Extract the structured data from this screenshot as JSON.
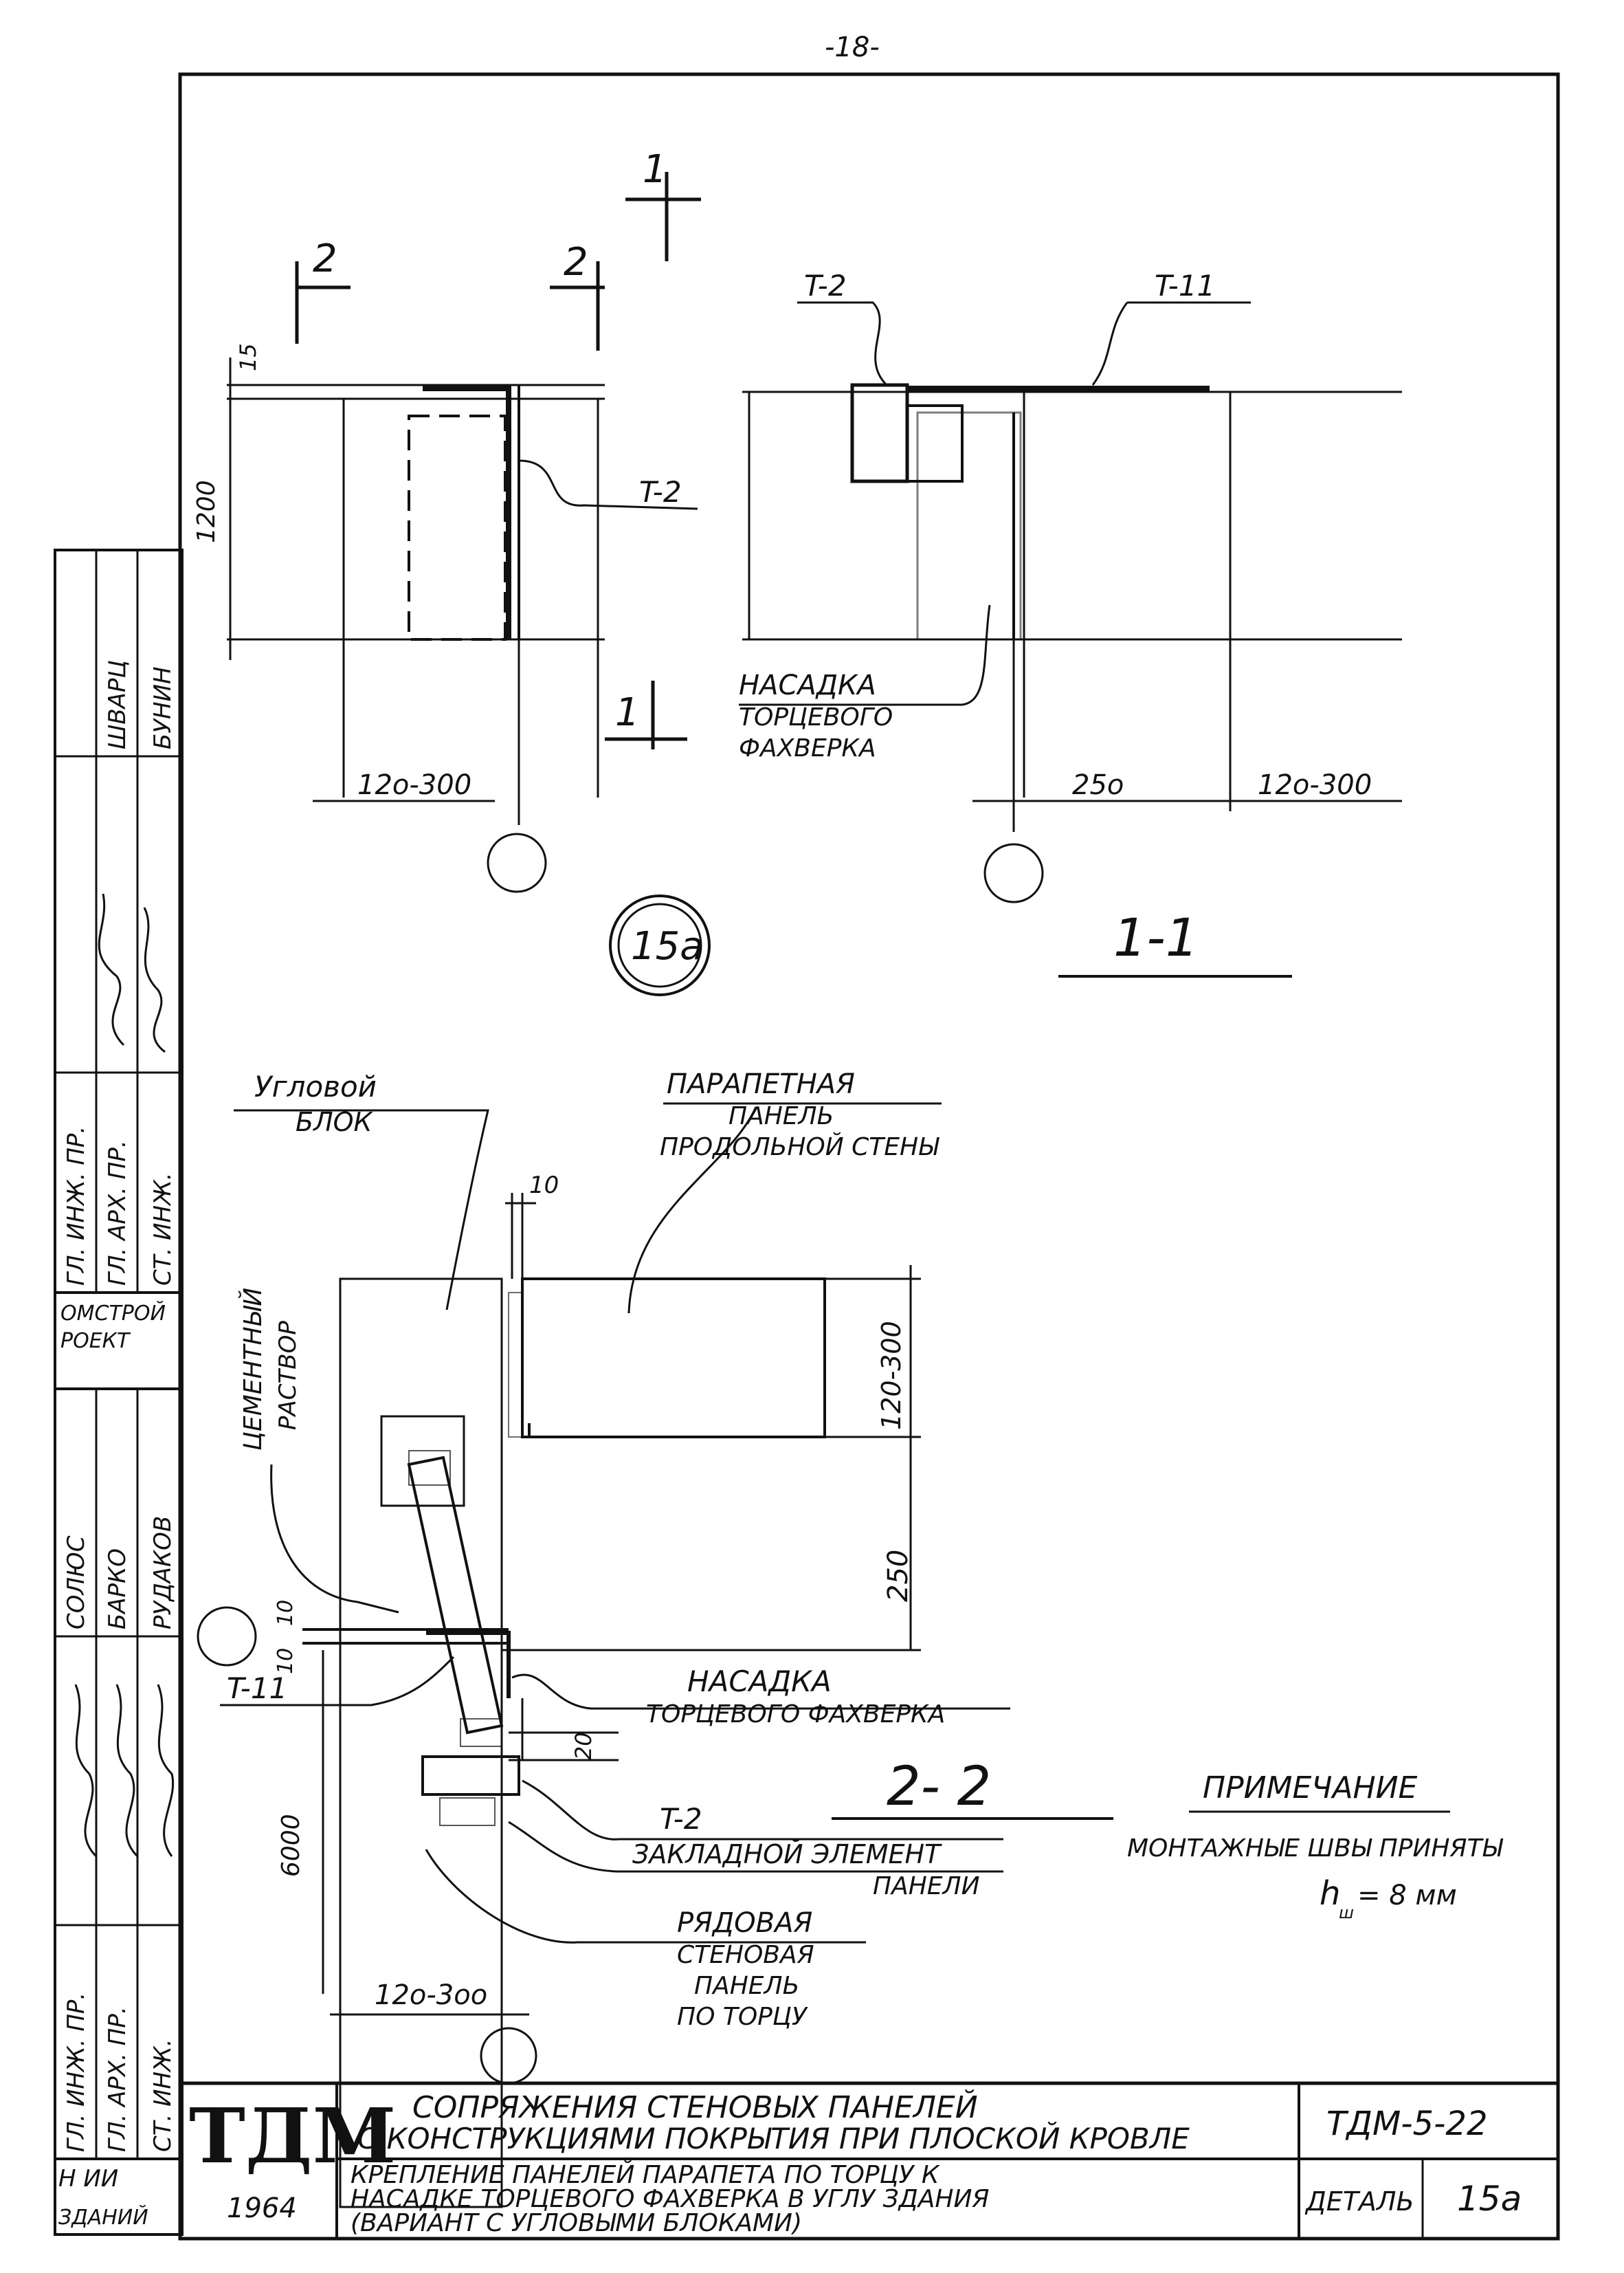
{
  "page_number": "-18-",
  "top_section": {
    "section_marks": {
      "one": "1",
      "two": "2"
    },
    "dims": {
      "d15": "15",
      "d1200": "1200",
      "d120_300": "12o-300",
      "d250": "25o",
      "d120_300b": "12o-300"
    },
    "labels": {
      "t2": "T-2",
      "t11": "T-11",
      "nasadka_l1": "НАСАДКА",
      "nasadka_l2": "ТОРЦЕВОГО",
      "nasadka_l3": "ФАХВЕРКА"
    },
    "section_title": "1-1"
  },
  "detail_mark": "15a",
  "bottom_section": {
    "labels": {
      "corner_l1": "Угловой",
      "corner_l2": "БЛОК",
      "parapet_l1": "ПАРАПЕТНАЯ",
      "parapet_l2": "ПАНЕЛЬ",
      "parapet_l3": "ПРОДОЛЬНОЙ СТЕНЫ",
      "cement_l1": "ЦЕМЕНТНЫЙ",
      "cement_l2": "РАСТВОР",
      "nasadka_l1": "НАСАДКА",
      "nasadka_l2": "ТОРЦЕВОГО ФАХВЕРКА",
      "t2": "T-2",
      "t11": "T-11",
      "embed_l1": "ЗАКЛАДНОЙ ЭЛЕМЕНТ",
      "embed_l2": "ПАНЕЛИ",
      "row_l1": "РЯДОВАЯ",
      "row_l2": "СТЕНОВАЯ",
      "row_l3": "ПАНЕЛЬ",
      "row_l4": "ПО ТОРЦУ"
    },
    "dims": {
      "d10a": "10",
      "d10b": "10",
      "d10c": "10",
      "d120_300": "120-300",
      "d250": "250",
      "d20": "20",
      "d6000": "6000",
      "d120_300b": "12o-3oo"
    },
    "section_title": "2- 2"
  },
  "note": {
    "title": "ПРИМЕЧАНИЕ",
    "line1": "МОНТАЖНЫЕ ШВЫ ПРИНЯТЫ",
    "line2": "h",
    "line2_sub": "ш",
    "line2_rest": "= 8 мм"
  },
  "side_stamp": {
    "col1": [
      "ГЛ. ИНЖ. ПР.",
      "ГЛ. АРХ. ПР.",
      "СТ. ИНЖ."
    ],
    "col2": [
      "ШВАРЦ",
      "БУНИН"
    ],
    "org": [
      "ОМСТРОЙ",
      "РОЕКТ"
    ],
    "col3": [
      "СОЛЮС",
      "БАРКО",
      "РУДАКОВ"
    ],
    "col4": [
      "ГЛ. ИНЖ. ПР.",
      "ГЛ. АРХ. ПР.",
      "СТ. ИНЖ."
    ]
  },
  "title_block": {
    "logo": "ТДМ",
    "year": "1964",
    "org_l1": "Н ИИ",
    "org_l2": "ЗДАНИЙ",
    "title_l1": "СОПРЯЖЕНИЯ   СТЕНОВЫХ   ПАНЕЛЕЙ",
    "title_l2": "С КОНСТРУКЦИЯМИ ПОКРЫТИЯ ПРИ ПЛОСКОЙ КРОВЛЕ",
    "desc_l1": "КРЕПЛЕНИЕ ПАНЕЛЕЙ ПАРАПЕТА ПО ТОРЦУ К",
    "desc_l2": "НАСАДКЕ ТОРЦЕВОГО ФАХВЕРКА В УГЛУ ЗДАНИЯ",
    "desc_l3": "(ВАРИАНТ С УГЛОВЫМИ БЛОКАМИ)",
    "code": "ТДМ-5-22",
    "detail_label": "ДЕТАЛЬ",
    "detail_num": "15a"
  }
}
